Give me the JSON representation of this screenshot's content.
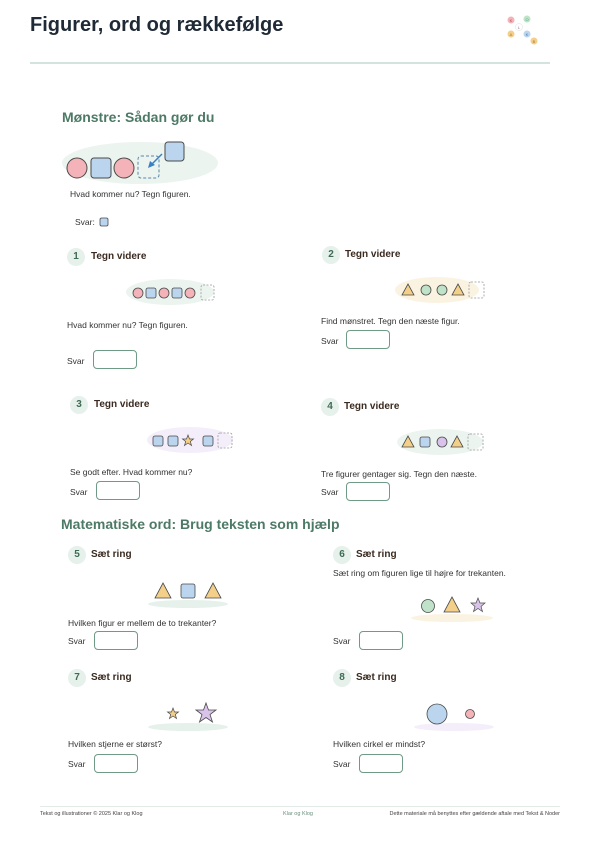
{
  "header": {
    "title": "Figurer, ord og rækkefølge",
    "logo_letters": [
      "K",
      "O",
      "L",
      "A",
      "K",
      "B"
    ]
  },
  "example": {
    "heading": "Mønstre: Sådan gør du",
    "question": "Hvad kommer nu? Tegn figuren.",
    "answer_label": "Svar:"
  },
  "section2": {
    "heading": "Matematiske ord: Brug teksten som hjælp"
  },
  "tasks": [
    {
      "num": "1",
      "heading": "Tegn videre",
      "text": "Hvad kommer nu? Tegn figuren.",
      "answer": "Svar"
    },
    {
      "num": "2",
      "heading": "Tegn videre",
      "text": "Find mønstret. Tegn den næste figur.",
      "answer": "Svar"
    },
    {
      "num": "3",
      "heading": "Tegn videre",
      "text": "Se godt efter. Hvad kommer nu?",
      "answer": "Svar"
    },
    {
      "num": "4",
      "heading": "Tegn videre",
      "text": "Tre figurer gentager sig. Tegn den næste.",
      "answer": "Svar"
    },
    {
      "num": "5",
      "heading": "Sæt ring",
      "text": "Hvilken figur er mellem de to trekanter?",
      "answer": "Svar"
    },
    {
      "num": "6",
      "heading": "Sæt ring",
      "text": "Sæt ring om figuren lige til højre for trekanten.",
      "answer": "Svar"
    },
    {
      "num": "7",
      "heading": "Sæt ring",
      "text": "Hvilken stjerne er størst?",
      "answer": "Svar"
    },
    {
      "num": "8",
      "heading": "Sæt ring",
      "text": "Hvilken cirkel er mindst?",
      "answer": "Svar"
    }
  ],
  "footer": {
    "left": "Tekst og illustrationer © 2025 Klar og Klog",
    "center": "Klar og Klog",
    "right": "Dette materiale må benyttes efter gældende aftale med Tekst & Noder"
  },
  "colors": {
    "pink": "#f3b3b8",
    "blue": "#bcd5ee",
    "yellow": "#f3cf8a",
    "green": "#bfe2c9",
    "purple": "#d9c3ea",
    "stroke": "#4a4a4a"
  }
}
